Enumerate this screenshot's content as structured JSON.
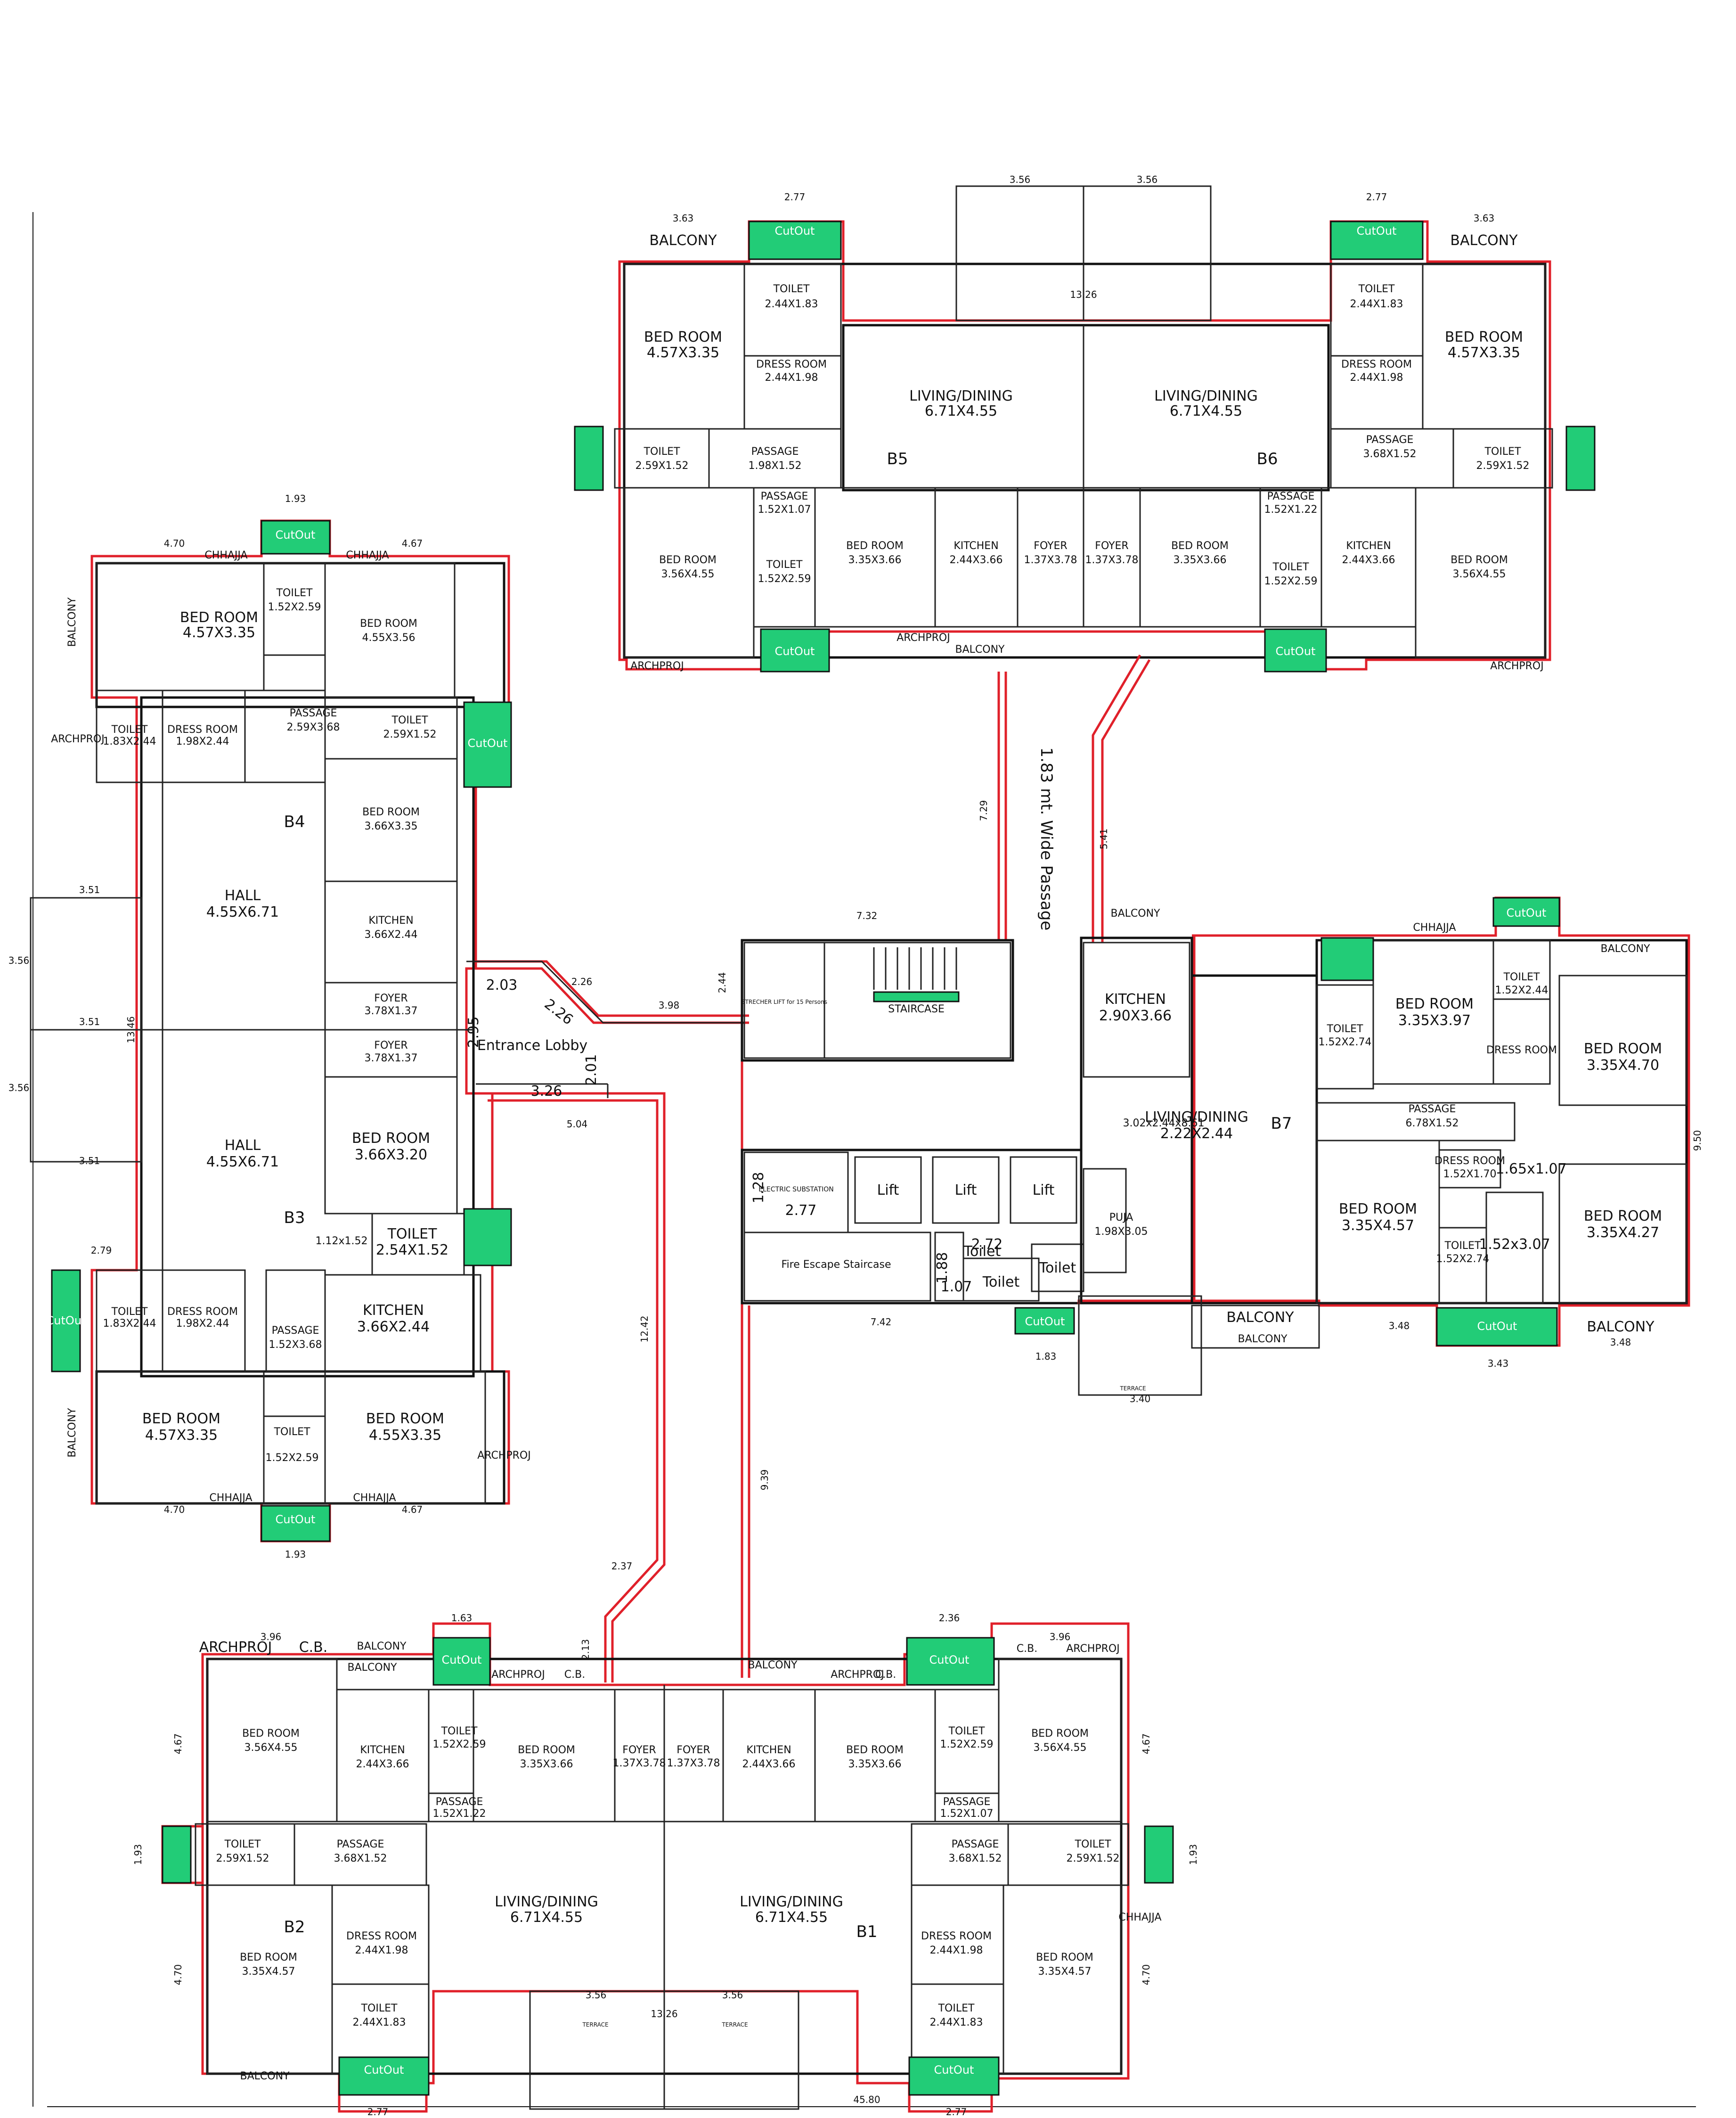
{
  "units": {
    "B1": "B1",
    "B2": "B2",
    "B3": "B3",
    "B4": "B4",
    "B5": "B5",
    "B6": "B6",
    "B7": "B7"
  },
  "labels": {
    "cutout": "CutOut",
    "balcony": "BALCONY",
    "chhajja": "CHHAJJA",
    "archproj": "ARCHPROJ",
    "cb": "C.B.",
    "toilet": "TOILET",
    "toilet_lc": "Toilet",
    "bed_room": "BED ROOM",
    "bedroom": "BEDROOM",
    "dress_room": "DRESS ROOM",
    "passage": "PASSAGE",
    "kitchen": "KITCHEN",
    "living_dining": "LIVING/DINING",
    "foyer": "FOYER",
    "hall": "HALL",
    "puja": "PUJA",
    "staircase": "STAIRCASE",
    "lift": "Lift",
    "fire_escape": "Fire Escape Staircase",
    "entrance_lobby": "Entrance Lobby",
    "electric_substation": "ELECTRIC SUBSTATION",
    "wide_passage": "1.83 mt. Wide Passage",
    "stretcher_lift": "STRECHER LIFT for 15 Persons",
    "terrace": "TERRACE"
  },
  "dims": {
    "d_4_57x3_35": "4.57X3.35",
    "d_4_55x3_35": "4.55X3.35",
    "d_4_55x3_56": "4.55X3.56",
    "d_4_55x6_71": "4.55X6.71",
    "d_3_66x3_35": "3.66X3.35",
    "d_3_66x2_44": "3.66X2.44",
    "d_3_66x3_20": "3.66X3.20",
    "d_3_78x1_37": "3.78X1.37",
    "d_2_59x3_68": "2.59X3.68",
    "d_1_52x3_68": "1.52X3.68",
    "d_1_52x2_59": "1.52X2.59",
    "d_2_59x1_52": "2.59X1.52",
    "d_2_54x1_52": "2.54X1.52",
    "d_1_83x2_44": "1.83X2.44",
    "d_1_98x2_44": "1.98X2.44",
    "d_1_12x1_52": "1.12x1.52",
    "d_6_71x4_55": "6.71X4.55",
    "d_3_56x4_55": "3.56X4.55",
    "d_3_35x3_66": "3.35X3.66",
    "d_2_44x3_66": "2.44X3.66",
    "d_1_37x3_78": "1.37X3.78",
    "d_1_52x1_07": "1.52X1.07",
    "d_1_52x1_22": "1.52X1.22",
    "d_2_44x1_83": "2.44X1.83",
    "d_2_44x1_98": "2.44X1.98",
    "d_4_57x3_35b": "4.57X3.35",
    "d_1_98x1_52": "1.98X1.52",
    "d_3_68x1_52": "3.68X1.52",
    "d_3_35x4_57": "3.35X4.57",
    "d_2_90x3_66": "2.90X3.66",
    "d_3_35x3_97": "3.35X3.97",
    "d_3_35x4_70": "3.35X4.70",
    "d_3_35x4_27": "3.35X4.27",
    "d_1_52x2_74": "1.52X2.74",
    "d_6_78x1_52": "6.78X1.52",
    "d_1_52x2_44": "1.52X2.44",
    "d_1_98x3_05": "1.98X3.05",
    "d_2_22x4_44": "2.22X2.44",
    "d_8_61": "3.02x2.44x8.61",
    "d_1_65x1_07": "1.65x1.07",
    "d_1_52x3_07": "1.52x3.07",
    "d_1_52x1_70": "1.52X1.70"
  },
  "dimensions": {
    "overall": "45.80",
    "top_356a": "3.56",
    "top_356b": "3.56",
    "top_277": "2.77",
    "top_363": "3.63",
    "top_1326": "13.26",
    "left_470": "4.70",
    "left_467": "4.67",
    "left_193": "1.93",
    "left_351": "3.51",
    "left_279": "2.79",
    "left_356": "3.56",
    "left_1346": "13.46",
    "lobby_203": "2.03",
    "lobby_226": "2.26",
    "lobby_295": "2.95",
    "lobby_201": "2.01",
    "lobby_326": "3.26",
    "lobby_504": "5.04",
    "lobby_398": "3.98",
    "lobby_244": "2.44",
    "lobby_732": "7.32",
    "lobby_729": "7.29",
    "lobby_541": "5.41",
    "lobby_1242": "12.42",
    "lobby_939": "9.39",
    "lobby_742": "7.42",
    "lobby_237": "2.37",
    "lobby_213": "2.13",
    "right_950": "9.50",
    "right_343": "3.43",
    "right_348": "3.48",
    "right_340": "3.40",
    "right_183": "1.83",
    "right_277": "2.77",
    "right_128": "1.28",
    "right_188": "1.88",
    "right_107": "1.07",
    "right_272": "2.72",
    "bottom_163": "1.63",
    "bottom_236": "2.36",
    "bottom_396": "3.96"
  },
  "colors": {
    "wall": "#111111",
    "outline": "#e0202a",
    "cutout": "#22cc77",
    "background": "#ffffff"
  }
}
